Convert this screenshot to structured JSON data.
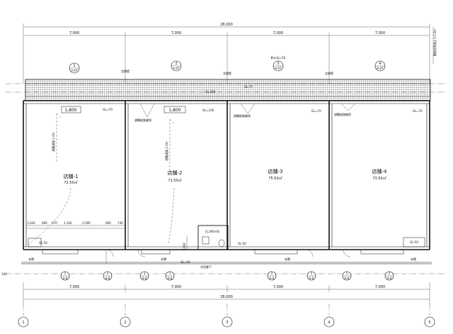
{
  "dimensions": {
    "top_total": "28,000",
    "top_spans": [
      "7,000",
      "7,000",
      "7,000",
      "7,000"
    ],
    "bottom_spans": [
      "7,000",
      "7,000",
      "7,000",
      "7,000"
    ],
    "bottom_total": "28,000",
    "right_vertical": "隣地境界線より1.0m",
    "left_edge_mark": "100"
  },
  "top_markers": [
    {
      "num": "1",
      "sub": "A-07"
    },
    {
      "num": "2",
      "sub": "A-07"
    },
    {
      "num": "3",
      "sub": "A-07"
    },
    {
      "num": "4",
      "sub": "A-07"
    }
  ],
  "top_labels": [
    {
      "text": "北側壁"
    },
    {
      "text": "北側壁"
    },
    {
      "text": "北側壁"
    },
    {
      "text": "軒の出=50"
    }
  ],
  "top_gl_labels": [
    "GL-100",
    "GL-77"
  ],
  "units": [
    {
      "name": "店舗-1",
      "area": "72.50㎡",
      "gl": "GL=70",
      "opening": "1,800"
    },
    {
      "name": "店舗-2",
      "area": "71.50㎡",
      "gl": "GL=100",
      "opening": "1,800"
    },
    {
      "name": "店舗-3",
      "area": "75.50㎡",
      "gl": "GL=70"
    },
    {
      "name": "店舗-4",
      "area": "73.50㎡",
      "gl": "GL=70"
    }
  ],
  "mid_labels": [
    "避難経路確保",
    "避難経路確保",
    "避難経路確保"
  ],
  "vertical_labels": [
    "避難通路 1.0m",
    "避難通路 1.0m"
  ],
  "bottom_row_dims": [
    "1,020",
    "800",
    "670",
    "1,330",
    "2,000",
    "860",
    "740"
  ],
  "bottom_gl_labels": [
    "GL-50",
    "GL-50",
    "GL-50",
    "GL=50"
  ],
  "toilet": {
    "label": "(1,000×8)",
    "dim": "1,000"
  },
  "entrance_labels": [
    "玄関",
    "玄関",
    "玄関",
    "玄関"
  ],
  "corridor_label": "共用廊下",
  "bottom_markers": [
    {
      "num": "1",
      "sub": "A-0"
    },
    {
      "num": "2",
      "sub": "A-0"
    },
    {
      "num": "3",
      "sub": "A-0"
    },
    {
      "num": "1",
      "sub": "A-0"
    },
    {
      "num": "2",
      "sub": "A-0"
    },
    {
      "num": "3",
      "sub": "A-0"
    },
    {
      "num": "1",
      "sub": "A-0"
    },
    {
      "num": "2",
      "sub": "A-0"
    }
  ],
  "grid_axes": [
    "1",
    "2",
    "3",
    "4",
    "5"
  ]
}
